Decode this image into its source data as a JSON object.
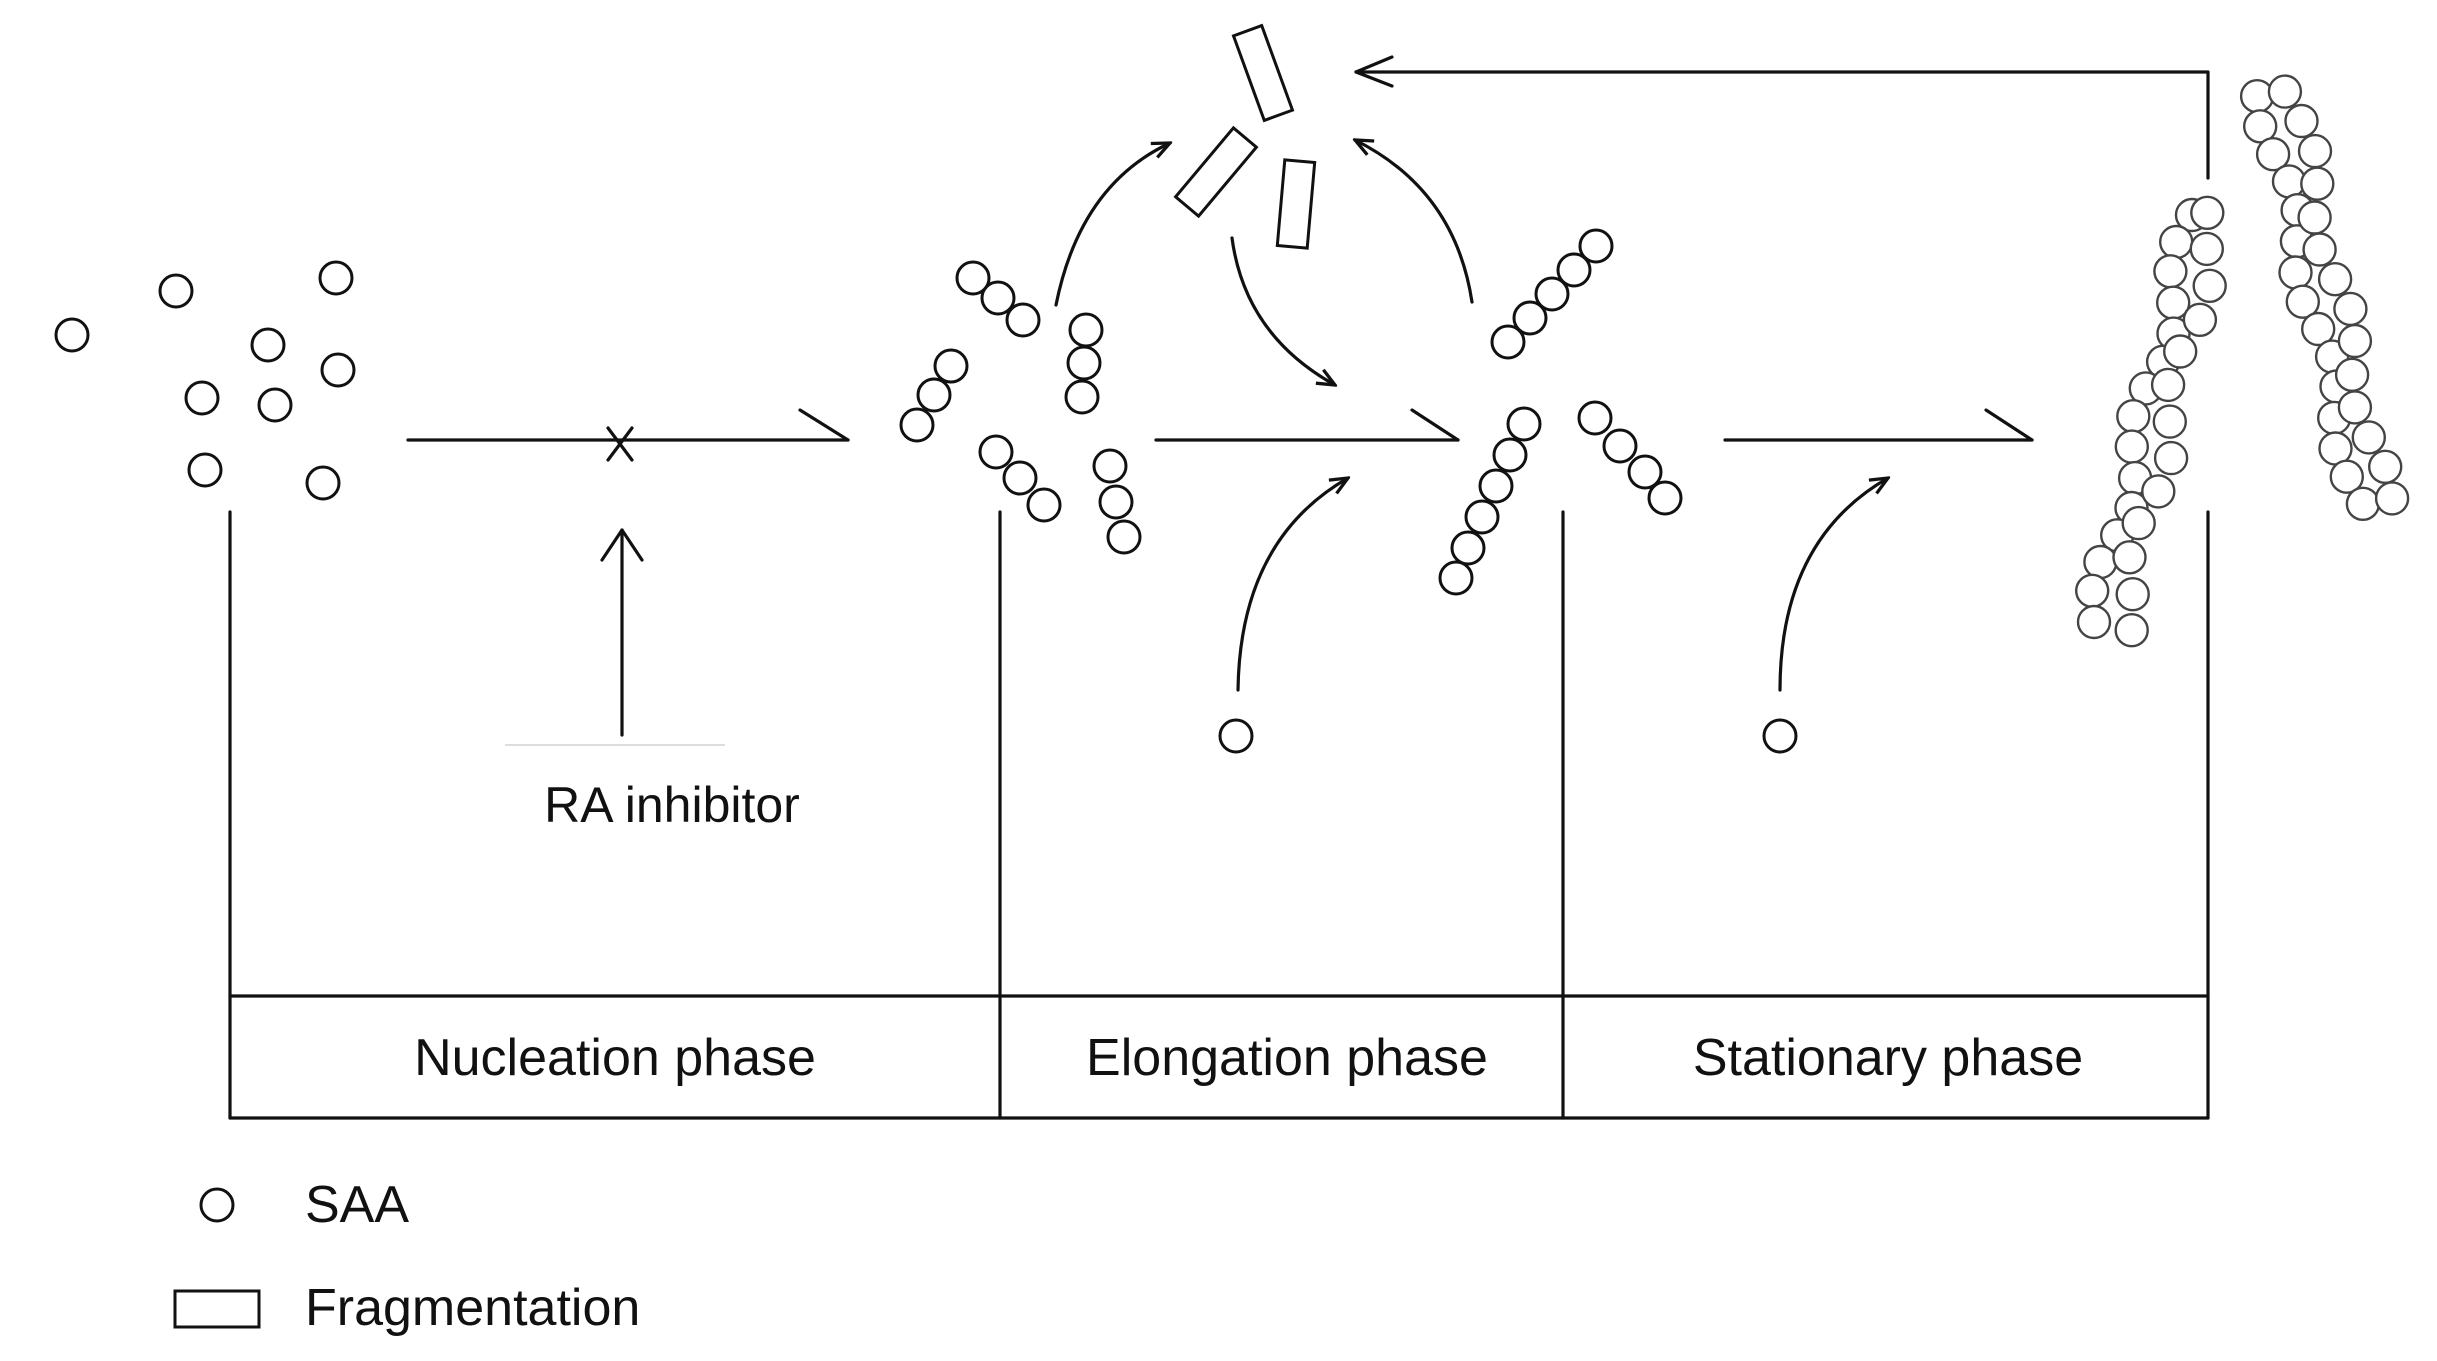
{
  "annotations": {
    "inhibitor_label": "RA inhibitor"
  },
  "phases": [
    {
      "label": "Nucleation phase"
    },
    {
      "label": "Elongation phase"
    },
    {
      "label": "Stationary phase"
    }
  ],
  "legend": {
    "items": [
      {
        "symbol": "circle",
        "label": "SAA"
      },
      {
        "symbol": "rectangle",
        "label": "Fragmentation"
      }
    ]
  },
  "colors": {
    "stroke": "#111111",
    "background": "#ffffff"
  }
}
